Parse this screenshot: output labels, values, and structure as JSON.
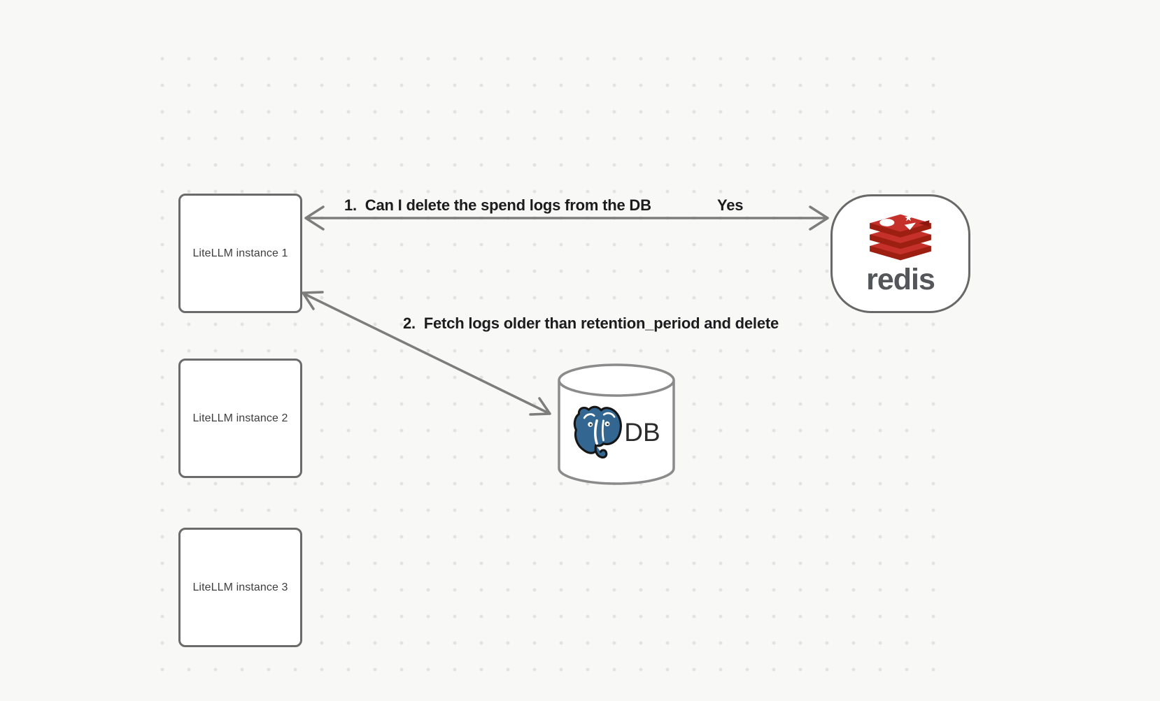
{
  "canvas": {
    "type": "architecture-diagram"
  },
  "nodes": {
    "instances": [
      {
        "label": "LiteLLM instance 1"
      },
      {
        "label": "LiteLLM instance 2"
      },
      {
        "label": "LiteLLM instance 3"
      }
    ],
    "redis": {
      "wordmark": "redis"
    },
    "db": {
      "label": "DB"
    }
  },
  "arrows": {
    "arrow1": {
      "label": "1.  Can I delete the spend logs from the DB",
      "answer": "Yes"
    },
    "arrow2": {
      "label": "2.  Fetch logs older than retention_period and delete"
    }
  },
  "icons": {
    "redis": "redis-stack-logo",
    "postgres": "postgresql-elephant-logo",
    "db_shape": "database-cylinder"
  },
  "colors": {
    "background": "#f8f8f6",
    "dot": "#e3e3e1",
    "node_border": "#6b6b6b",
    "arrow": "#7d7d7d",
    "label_text": "#1c1c1e",
    "redis_red": "#c6302b",
    "redis_dark_red": "#9d1f12",
    "redis_wordmark_gray": "#55565a",
    "postgres_blue": "#336791"
  }
}
